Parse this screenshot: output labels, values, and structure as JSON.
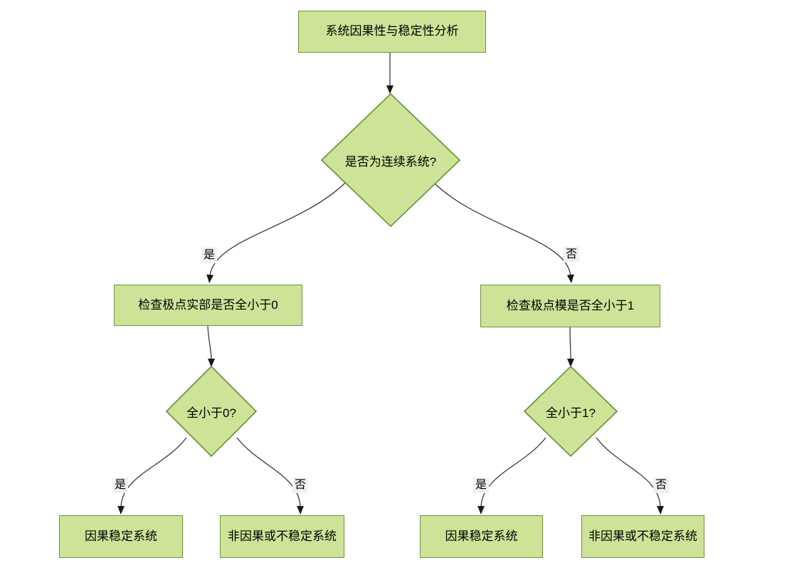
{
  "diagram": {
    "type": "flowchart",
    "direction": "top-down",
    "colors": {
      "canvas_bg": "#ffffff",
      "node_fill": "#cde498",
      "node_border": "#66963e",
      "edge_line": "#333333",
      "arrow_fill": "#1a1a1a",
      "edge_label_bg": "#f0f0f0",
      "text": "#000000"
    },
    "nodes": {
      "root": {
        "label": "系统因果性与稳定性分析",
        "shape": "rectangle"
      },
      "q_continuous": {
        "label": "是否为连续系统?",
        "shape": "diamond"
      },
      "check_real_parts": {
        "label": "检查极点实部是否全小于0",
        "shape": "rectangle"
      },
      "check_magnitudes": {
        "label": "检查极点模是否全小于1",
        "shape": "rectangle"
      },
      "q_all_lt0": {
        "label": "全小于0?",
        "shape": "diamond"
      },
      "q_all_lt1": {
        "label": "全小于1?",
        "shape": "diamond"
      },
      "stable_ct": {
        "label": "因果稳定系统",
        "shape": "rectangle"
      },
      "unstable_ct": {
        "label": "非因果或不稳定系统",
        "shape": "rectangle"
      },
      "stable_dt": {
        "label": "因果稳定系统",
        "shape": "rectangle"
      },
      "unstable_dt": {
        "label": "非因果或不稳定系统",
        "shape": "rectangle"
      }
    },
    "edges": [
      {
        "from": "root",
        "to": "q_continuous",
        "label": ""
      },
      {
        "from": "q_continuous",
        "to": "check_real_parts",
        "label": "是"
      },
      {
        "from": "q_continuous",
        "to": "check_magnitudes",
        "label": "否"
      },
      {
        "from": "check_real_parts",
        "to": "q_all_lt0",
        "label": ""
      },
      {
        "from": "check_magnitudes",
        "to": "q_all_lt1",
        "label": ""
      },
      {
        "from": "q_all_lt0",
        "to": "stable_ct",
        "label": "是"
      },
      {
        "from": "q_all_lt0",
        "to": "unstable_ct",
        "label": "否"
      },
      {
        "from": "q_all_lt1",
        "to": "stable_dt",
        "label": "是"
      },
      {
        "from": "q_all_lt1",
        "to": "unstable_dt",
        "label": "否"
      }
    ]
  }
}
